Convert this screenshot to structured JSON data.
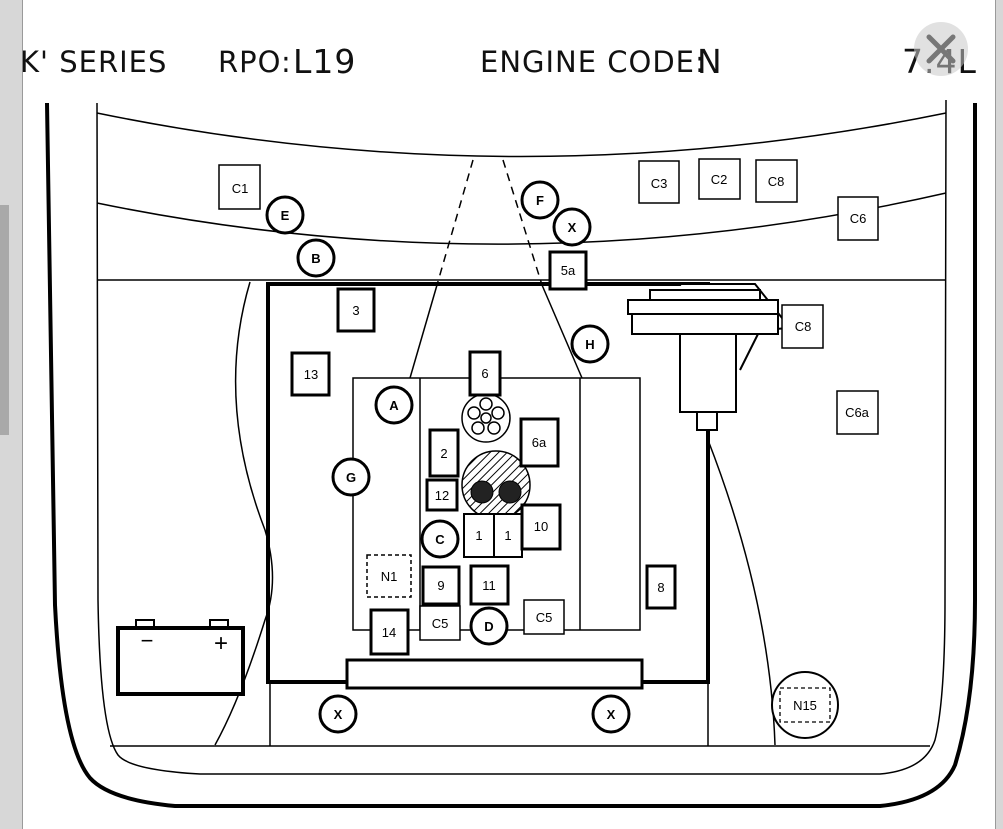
{
  "header": {
    "series": "K' SERIES",
    "rpo_label": "RPO:",
    "rpo_value": "L19",
    "engine_code_label": "ENGINE CODE:",
    "engine_code_value": "N",
    "displacement": "7.4L"
  },
  "close_icon": "close-x-icon",
  "diagram": {
    "boxes": {
      "c1": "C1",
      "c3": "C3",
      "c2": "C2",
      "c8_top": "C8",
      "c6": "C6",
      "c8_side": "C8",
      "c6a": "C6a",
      "b5a": "5a",
      "b3": "3",
      "b13": "13",
      "b6": "6",
      "b6a": "6a",
      "b2": "2",
      "b12": "12",
      "b1a": "1",
      "b1b": "1",
      "b10": "10",
      "b9": "9",
      "b11": "11",
      "b14": "14",
      "c5a": "C5",
      "c5b": "C5",
      "b8": "8",
      "n1": "N1"
    },
    "circles": {
      "e": "E",
      "b": "B",
      "f": "F",
      "x_top": "X",
      "h": "H",
      "a": "A",
      "g": "G",
      "c": "C",
      "d": "D",
      "x_left": "X",
      "x_right": "X",
      "n15": "N15"
    },
    "battery": {
      "minus": "−",
      "plus": "+"
    }
  }
}
